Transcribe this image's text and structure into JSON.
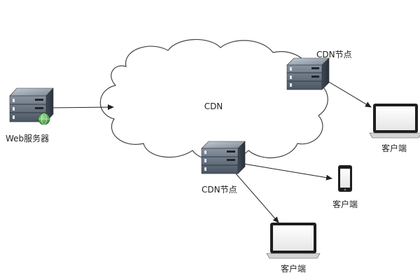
{
  "web_server": {
    "label": "Web服务器"
  },
  "cloud": {
    "label": "CDN"
  },
  "cdn_node_top": {
    "label": "CDN节点"
  },
  "cdn_node_bottom": {
    "label": "CDN节点"
  },
  "client_laptop_right": {
    "label": "客户端"
  },
  "client_phone": {
    "label": "客户端"
  },
  "client_laptop_bottom": {
    "label": "客户端"
  },
  "colors": {
    "line": "#222222",
    "cloud_stroke": "#444444",
    "server_body": "#5e6a78",
    "server_dark": "#3b4450",
    "server_light": "#aab4c0",
    "globe_green": "#3fae45",
    "screen": "#ffffff",
    "device_dark": "#1e1e1e"
  }
}
